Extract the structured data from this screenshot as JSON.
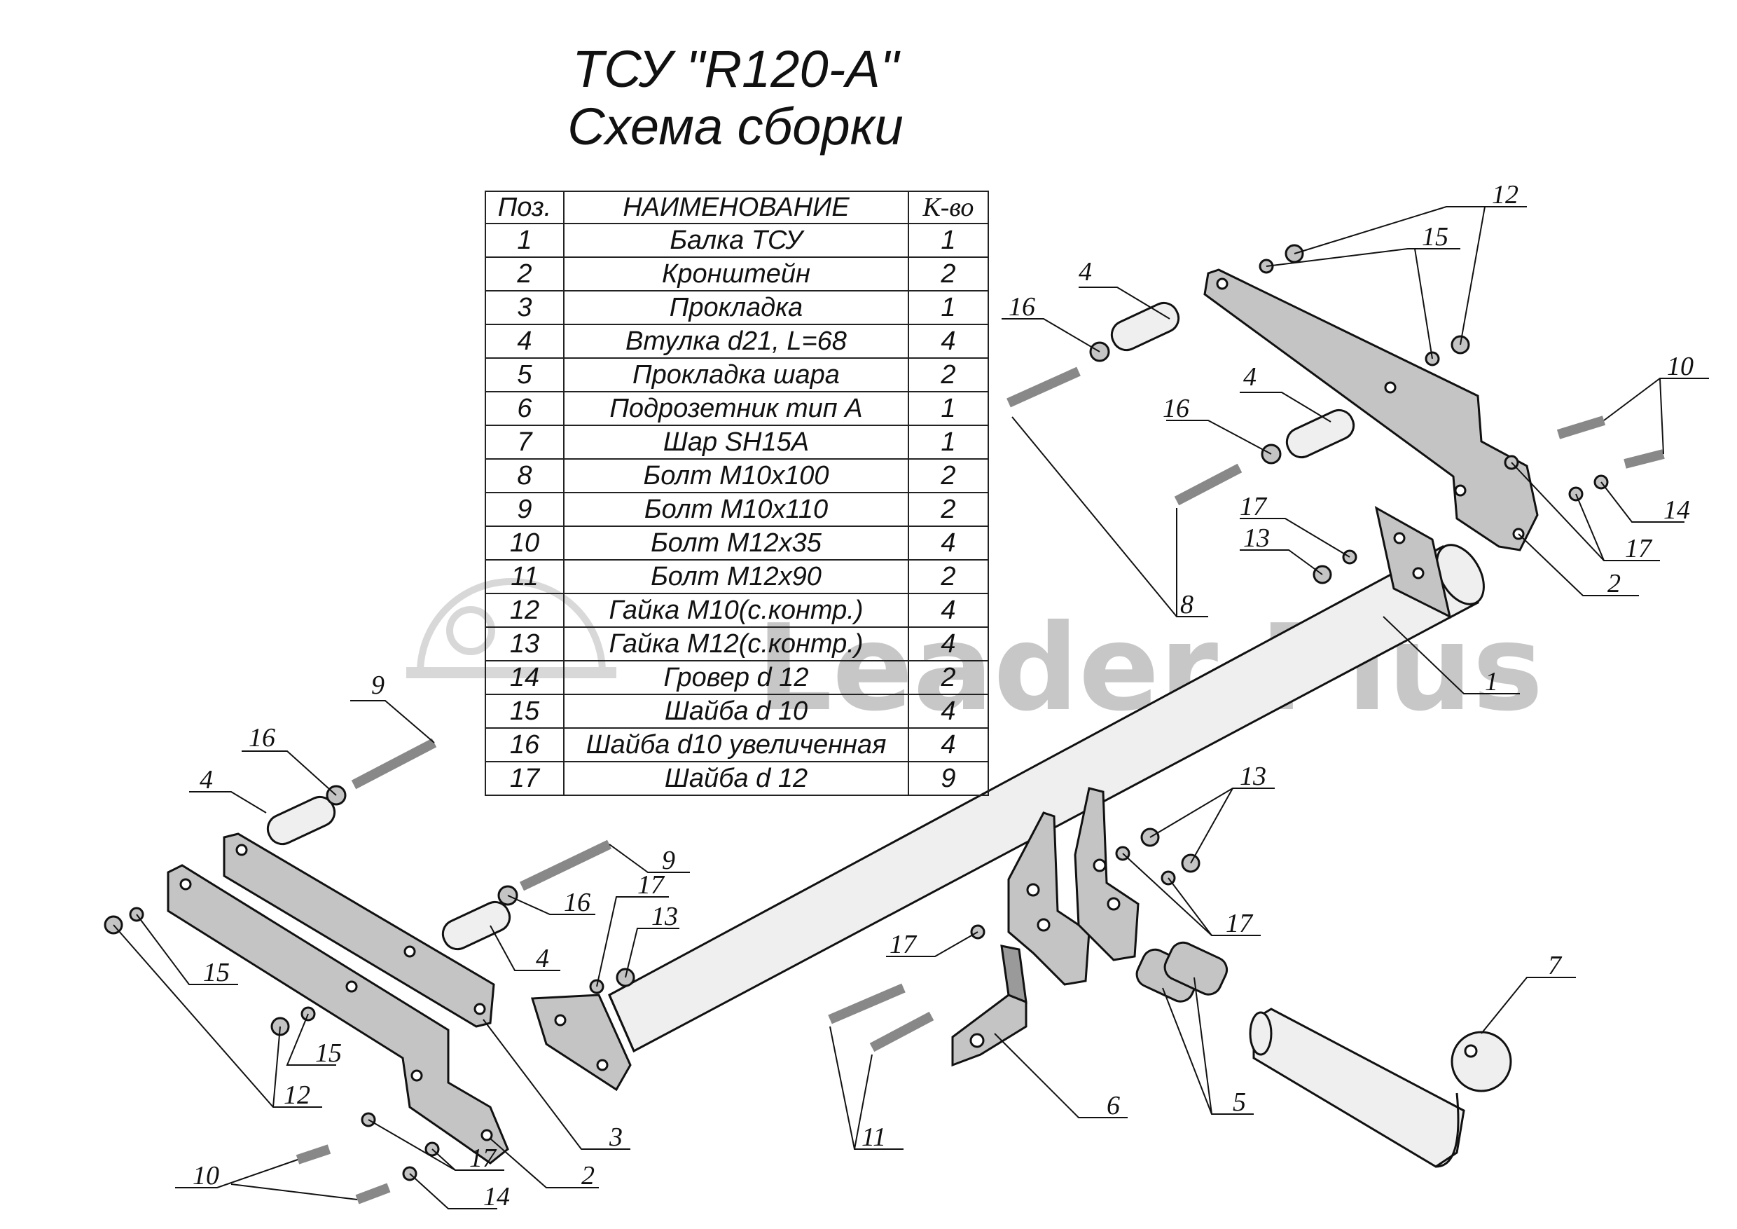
{
  "title": {
    "line1": "ТСУ \"R120-A\"",
    "line2": "Схема сборки"
  },
  "watermark": {
    "text": "Leader Plus",
    "color": "#9a9a9a"
  },
  "table": {
    "headers": {
      "pos": "Поз.",
      "name": "НАИМЕНОВАНИЕ",
      "qty": "К-во"
    },
    "rows": [
      {
        "pos": "1",
        "name": "Балка ТСУ",
        "qty": "1"
      },
      {
        "pos": "2",
        "name": "Кронштейн",
        "qty": "2"
      },
      {
        "pos": "3",
        "name": "Прокладка",
        "qty": "1"
      },
      {
        "pos": "4",
        "name": "Втулка d21, L=68",
        "qty": "4"
      },
      {
        "pos": "5",
        "name": "Прокладка шара",
        "qty": "2"
      },
      {
        "pos": "6",
        "name": "Подрозетник тип А",
        "qty": "1"
      },
      {
        "pos": "7",
        "name": "Шар SH15A",
        "qty": "1"
      },
      {
        "pos": "8",
        "name": "Болт М10х100",
        "qty": "2"
      },
      {
        "pos": "9",
        "name": "Болт М10х110",
        "qty": "2"
      },
      {
        "pos": "10",
        "name": "Болт М12х35",
        "qty": "4"
      },
      {
        "pos": "11",
        "name": "Болт М12х90",
        "qty": "2"
      },
      {
        "pos": "12",
        "name": "Гайка М10(с.контр.)",
        "qty": "4"
      },
      {
        "pos": "13",
        "name": "Гайка М12(с.контр.)",
        "qty": "4"
      },
      {
        "pos": "14",
        "name": "Гровер d 12",
        "qty": "2"
      },
      {
        "pos": "15",
        "name": "Шайба d 10",
        "qty": "4"
      },
      {
        "pos": "16",
        "name": "Шайба d10 увеличенная",
        "qty": "4"
      },
      {
        "pos": "17",
        "name": "Шайба d 12",
        "qty": "9"
      }
    ]
  },
  "callouts": [
    "12",
    "15",
    "10",
    "14",
    "17",
    "2",
    "1",
    "8",
    "4",
    "16",
    "13",
    "9",
    "7",
    "5",
    "6",
    "11",
    "3"
  ],
  "colors": {
    "part_fill": "#c4c4c4",
    "part_dark": "#8e8e8e",
    "tube_fill": "#efefef",
    "outline": "#111111"
  }
}
